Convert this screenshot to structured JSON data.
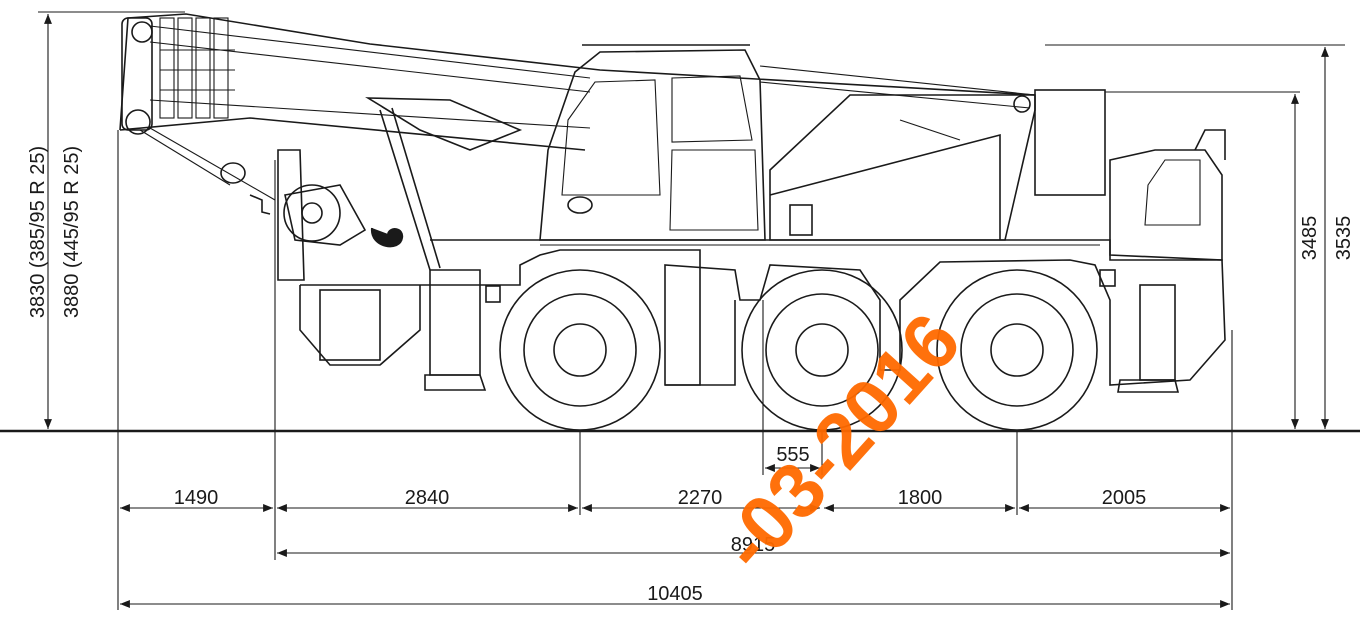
{
  "diagram": {
    "horizontal_dimensions": {
      "segments": [
        "1490",
        "2840",
        "2270",
        "1800",
        "2005"
      ],
      "offset": "555",
      "total_inner": "8915",
      "total_overall": "10405"
    },
    "vertical_dimensions": {
      "left_upper": "3830 (385/95 R 25)",
      "left_lower": "3880 (445/95 R 25)",
      "right_inner": "3485",
      "right_outer": "3535"
    },
    "watermark": "-03-2016",
    "colors": {
      "line": "#1a1a1a",
      "watermark": "#ff6a00",
      "background": "#ffffff"
    }
  }
}
